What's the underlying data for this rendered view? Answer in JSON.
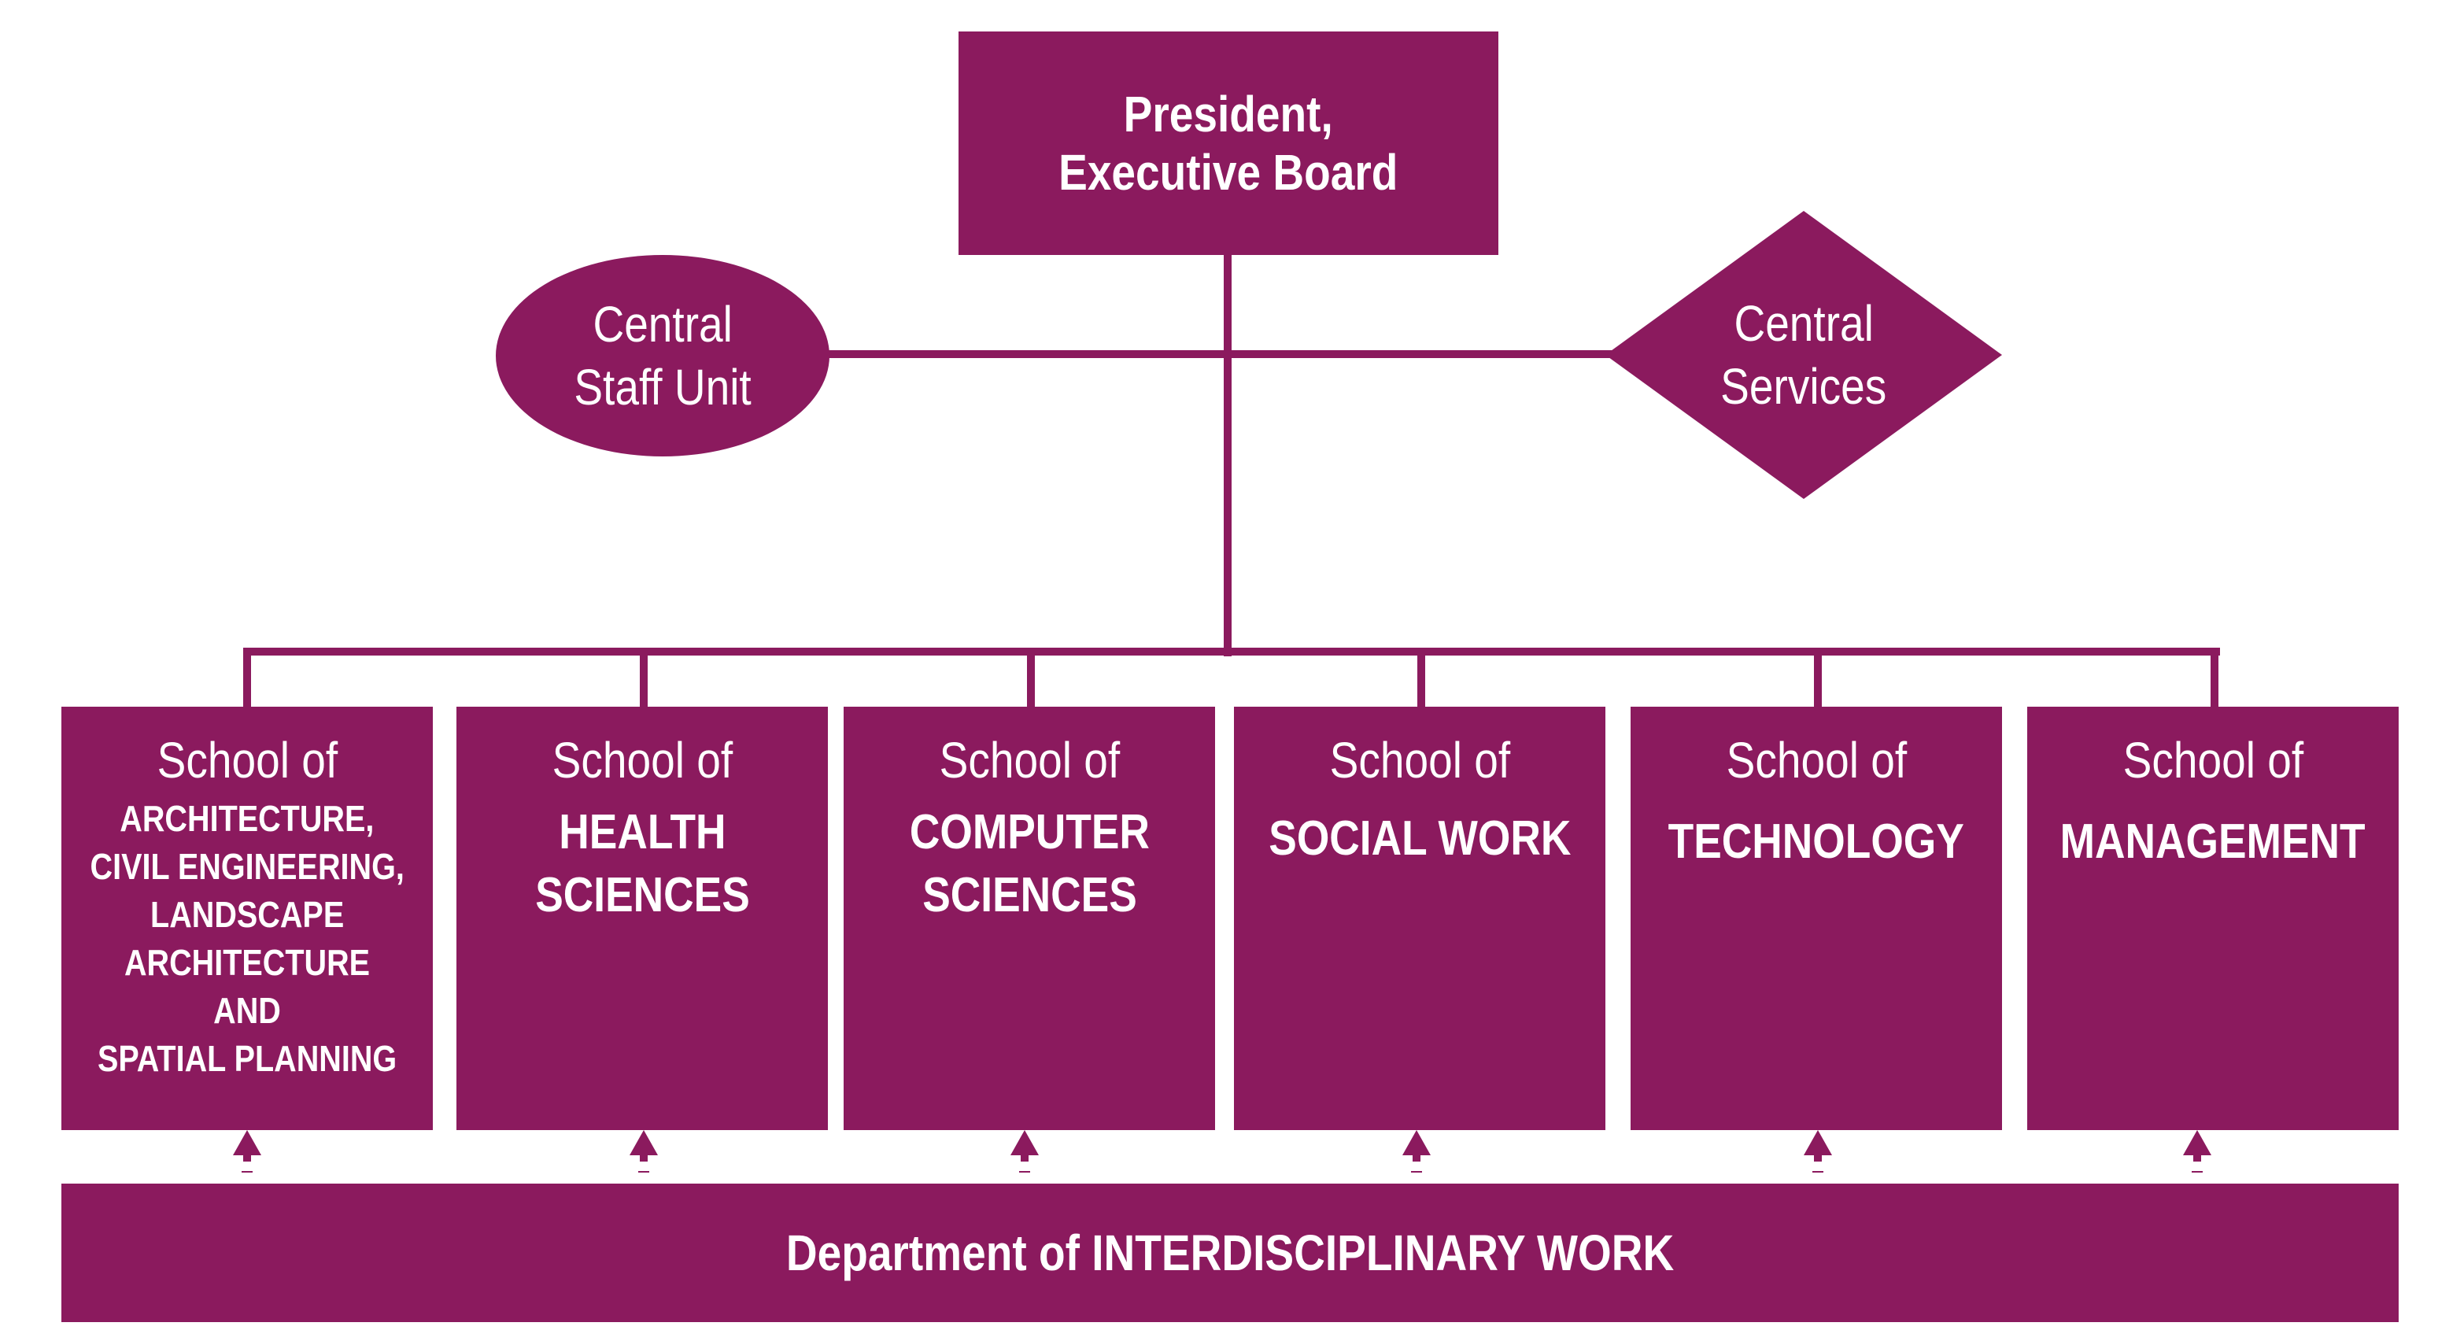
{
  "top": {
    "line1": "President,",
    "line2": "Executive Board"
  },
  "staff_unit": {
    "line1": "Central",
    "line2": "Staff Unit"
  },
  "services": {
    "line1": "Central",
    "line2": "Services"
  },
  "schools": [
    {
      "prefix": "School of",
      "lines": [
        "ARCHITECTURE,",
        "CIVIL ENGINEERING,",
        "LANDSCAPE",
        "ARCHITECTURE AND",
        "SPATIAL PLANNING"
      ]
    },
    {
      "prefix": "School of",
      "lines": [
        "HEALTH",
        "SCIENCES"
      ]
    },
    {
      "prefix": "School of",
      "lines": [
        "COMPUTER",
        "SCIENCES"
      ]
    },
    {
      "prefix": "School of",
      "lines": [
        "SOCIAL WORK"
      ]
    },
    {
      "prefix": "School of",
      "lines": [
        "TECHNOLOGY"
      ]
    },
    {
      "prefix": "School of",
      "lines": [
        "MANAGEMENT"
      ]
    }
  ],
  "department": {
    "label": "Department of INTERDISCIPLINARY WORK"
  },
  "colors": {
    "brand": "#8B1A5E"
  }
}
